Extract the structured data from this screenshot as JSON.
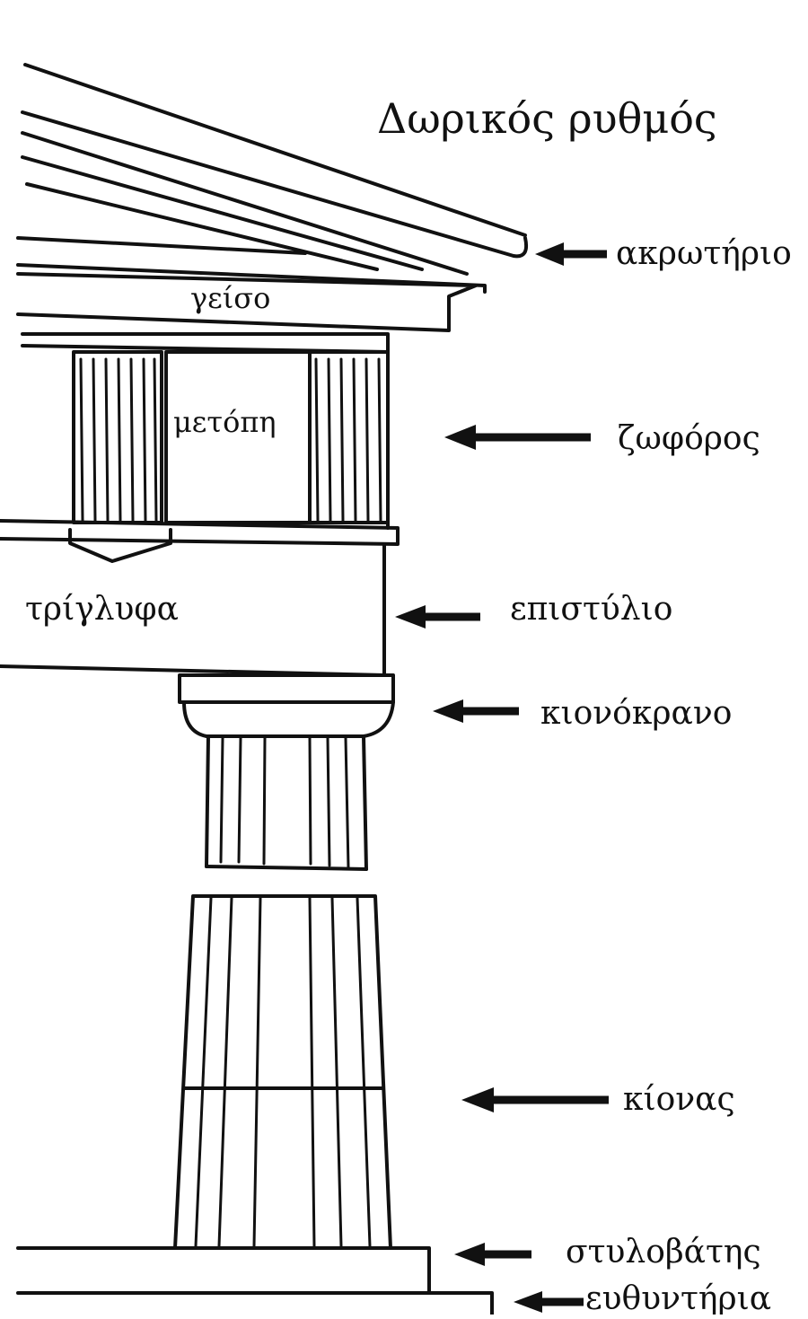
{
  "title": "Δωρικός ρυθμός",
  "labels": {
    "akroterio": "ακρωτήριο",
    "geiso": "γείσο",
    "metopi": "μετόπη",
    "zoforos": "ζωφόρος",
    "triglyfa": "τρίγλυφα",
    "epistylio": "επιστύλιο",
    "kionokrano": "κιονόκρανο",
    "kionas": "κίονας",
    "stylovatis": "στυλοβάτης",
    "efthyntiria": "ευθυντήρια"
  }
}
